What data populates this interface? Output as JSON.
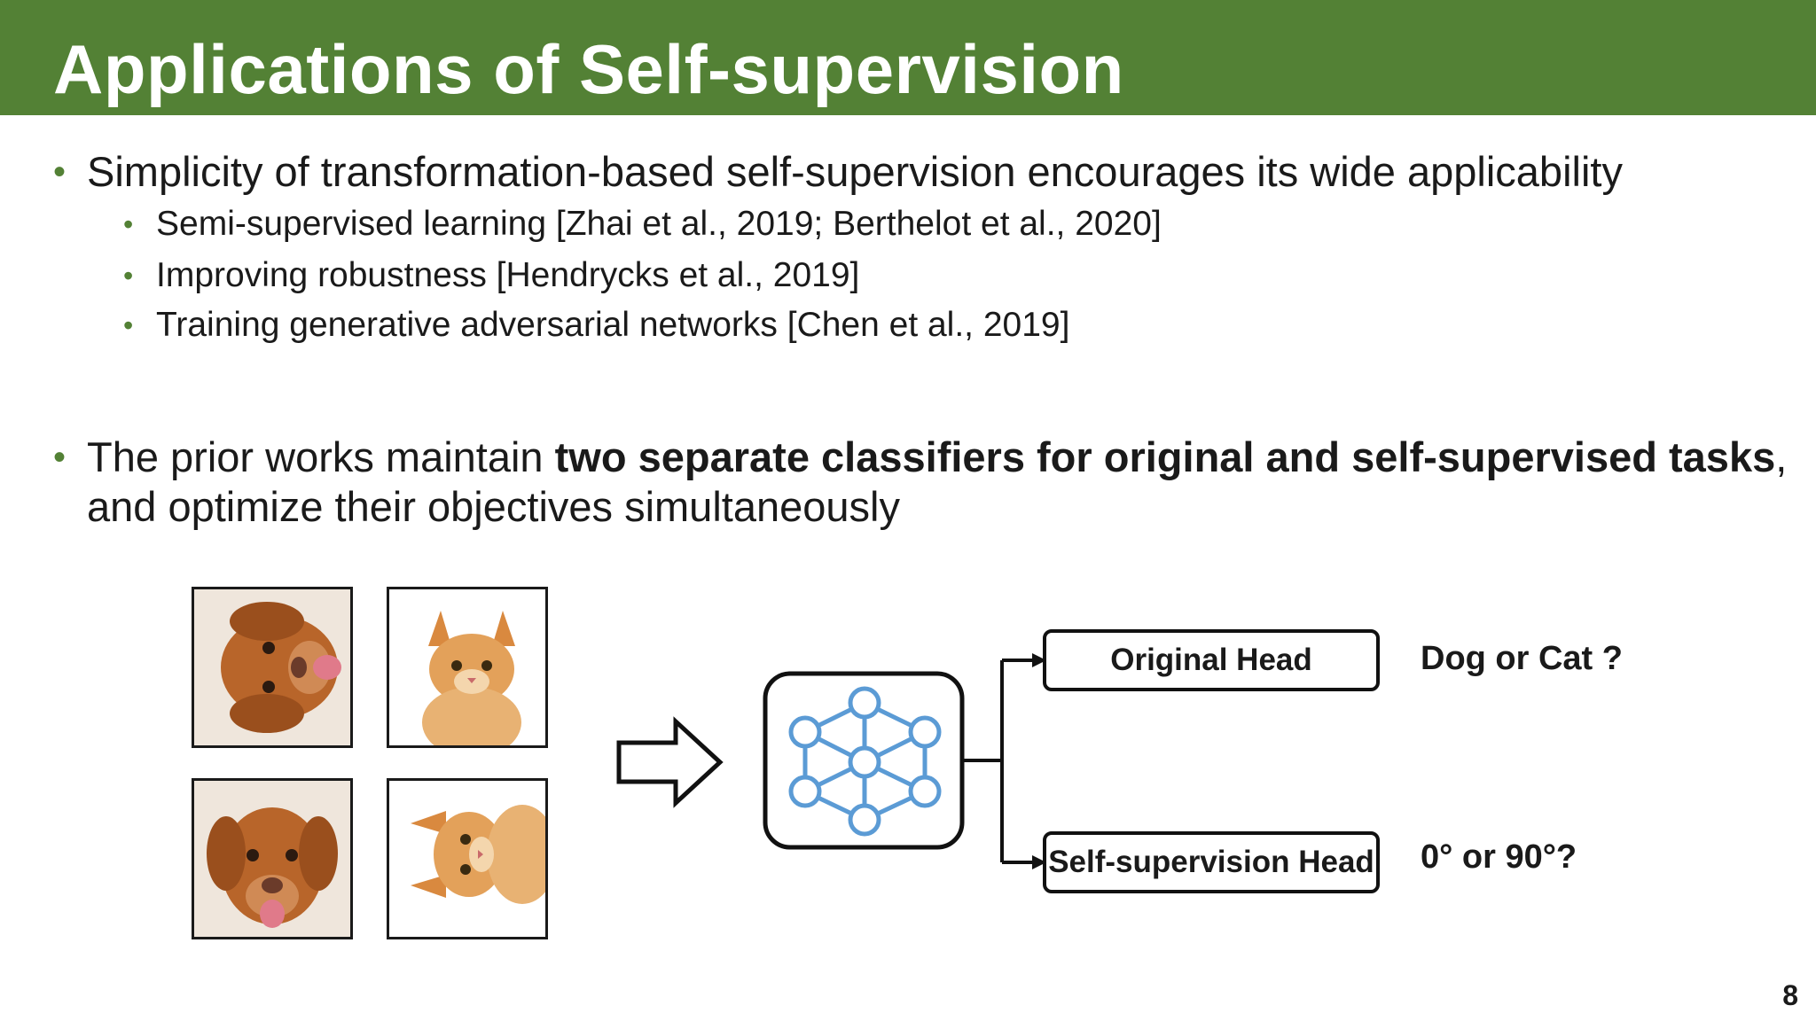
{
  "slide": {
    "title": "Applications of Self-supervision",
    "page_number": "8"
  },
  "bullets": {
    "b1": "Simplicity of transformation-based self-supervision encourages its wide applicability",
    "sub1": "Semi-supervised learning [Zhai et al., 2019; Berthelot et al., 2020]",
    "sub2": "Improving robustness [Hendrycks et al., 2019]",
    "sub3": "Training generative adversarial networks [Chen et al., 2019]",
    "b2_pre": "The prior works maintain ",
    "b2_bold": "two separate classifiers for original and self-supervised tasks",
    "b2_post": ",",
    "b2_line2": "and optimize their objectives simultaneously"
  },
  "diagram": {
    "images": [
      "dog-rotated",
      "cat-upright",
      "dog-upright",
      "cat-rotated"
    ],
    "original_head": "Original Head",
    "self_head": "Self-supervision Head",
    "original_answer": "Dog or Cat ?",
    "self_answer": "0° or 90°?",
    "network_color": "#5b9bd5",
    "accent_color": "#538135"
  }
}
